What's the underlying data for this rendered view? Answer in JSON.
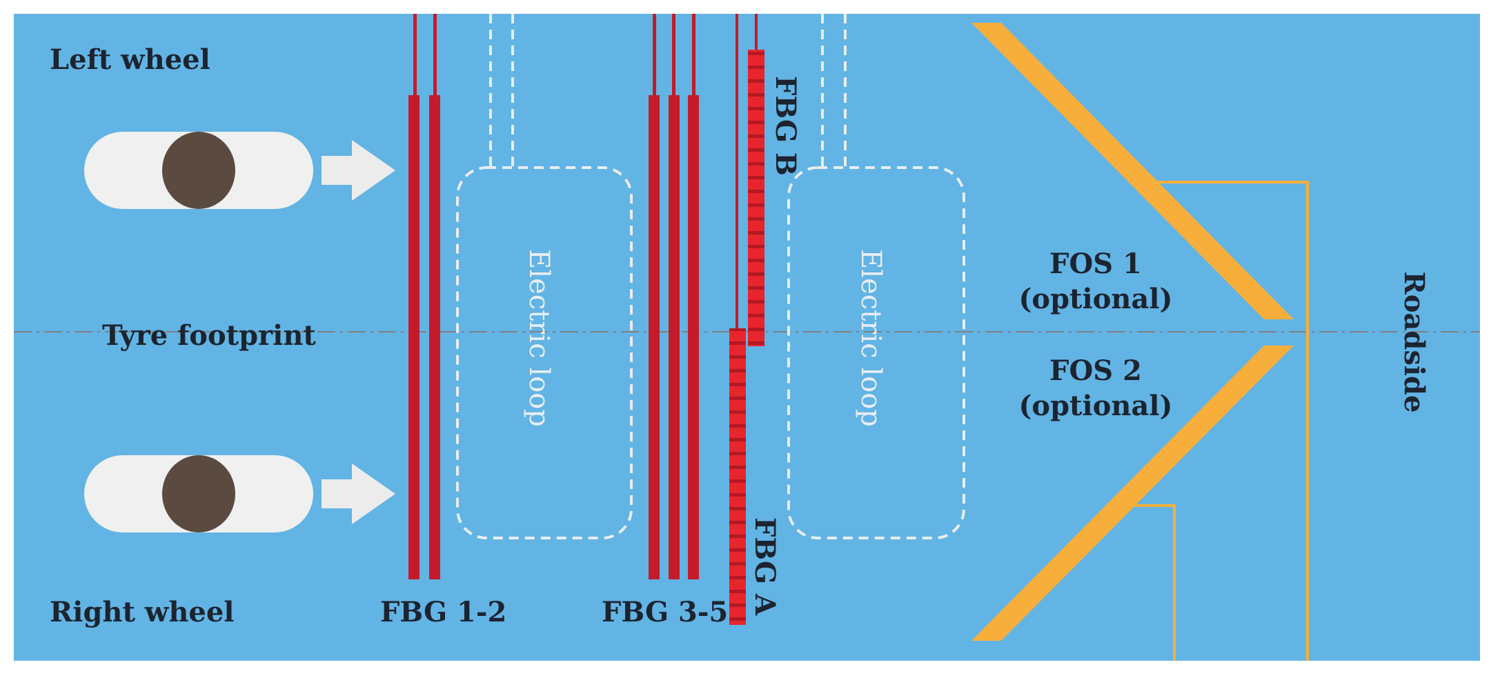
{
  "labels": {
    "left_wheel": "Left wheel",
    "right_wheel": "Right wheel",
    "tyre_footprint": "Tyre footprint",
    "fbg_1_2": "FBG 1-2",
    "fbg_3_5": "FBG 3-5",
    "fbg_a": "FBG A",
    "fbg_b": "FBG B",
    "electric_loop_1": "Electric loop",
    "electric_loop_2": "Electric loop",
    "fos1_line1": "FOS 1",
    "fos1_line2": "(optional)",
    "fos2_line1": "FOS 2",
    "fos2_line2": "(optional)",
    "roadside": "Roadside"
  },
  "colors": {
    "road": "#62b4e4",
    "fbg_sensor": "#c41a2a",
    "fbg_quasi_distributed": "#e8252d",
    "fos": "#f8ae3b",
    "electric_loop": "#e8edf2",
    "wheel_body": "#f0f0f0",
    "tyre": "#5a4a40",
    "arrow": "#ececec",
    "centerline": "#808080",
    "label": "#1c2430"
  }
}
